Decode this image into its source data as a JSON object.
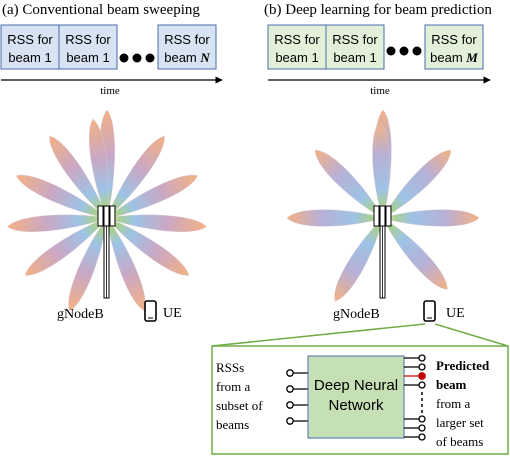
{
  "left": {
    "title": "(a) Conventional beam sweeping",
    "boxes": [
      {
        "line1": "RSS for",
        "line2a": "beam ",
        "line2b": "1"
      },
      {
        "line1": "RSS for",
        "line2a": "beam ",
        "line2b": "1"
      },
      {
        "line1": "RSS for",
        "line2a": "beam ",
        "line2b": "N"
      }
    ],
    "time_label": "time",
    "bs_label": "gNodeB",
    "ue_label": "UE"
  },
  "right": {
    "title": "(b) Deep learning for beam prediction",
    "boxes": [
      {
        "line1": "RSS for",
        "line2a": "beam ",
        "line2b": "1"
      },
      {
        "line1": "RSS for",
        "line2a": "beam ",
        "line2b": "1"
      },
      {
        "line1": "RSS for",
        "line2a": "beam ",
        "line2b": "M"
      }
    ],
    "time_label": "time",
    "bs_label": "gNodeB",
    "ue_label": "UE"
  },
  "dnn": {
    "inputs": [
      "RSSs",
      "from a",
      "subset of",
      "beams"
    ],
    "network": [
      "Deep Neural",
      "Network"
    ],
    "output_bold": [
      "Predicted",
      "beam"
    ],
    "outputs": [
      "from a",
      "larger set",
      "of beams"
    ]
  },
  "colors": {
    "sweep_box": "#d7e3f3",
    "dl_box": "#e2efd9",
    "network_box": "#c5e0b4",
    "box_border": "#4a6da8",
    "green_border": "#70ad47",
    "beam_orange": "#f4b183",
    "beam_green": "#a9d18e",
    "beam_blue": "#9dc3e6",
    "predicted": "#c00000"
  }
}
